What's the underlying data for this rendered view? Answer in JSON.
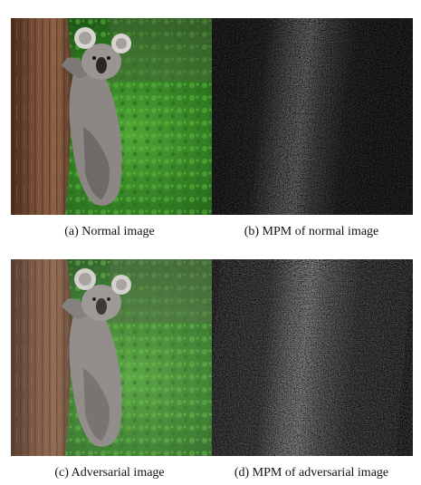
{
  "figure": {
    "panels": [
      {
        "id": "a",
        "caption": "(a)  Normal image"
      },
      {
        "id": "b",
        "caption": "(b)  MPM of normal image"
      },
      {
        "id": "c",
        "caption": "(c)  Adversarial image"
      },
      {
        "id": "d",
        "caption": "(d)  MPM of adversarial image"
      }
    ]
  },
  "colors": {
    "bark": "#6b4a35",
    "foliage": "#3d8a2a",
    "koala_fur": "#8c8784",
    "heatmap_bg": "#050505"
  }
}
